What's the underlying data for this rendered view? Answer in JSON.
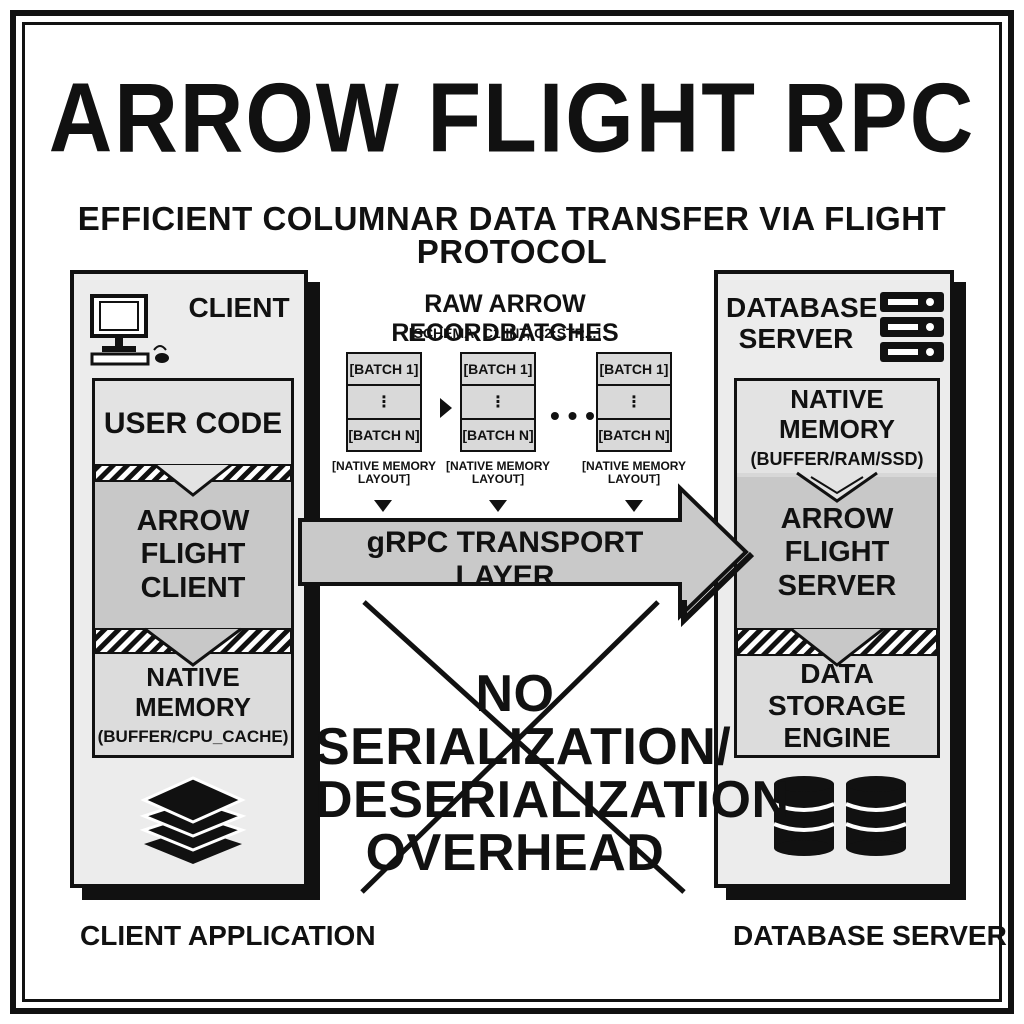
{
  "title": "ARROW FLIGHT RPC",
  "subtitle": "EFFICIENT COLUMNAR DATA TRANSFER VIA FLIGHT PROTOCOL",
  "client": {
    "header": "CLIENT",
    "layers": {
      "user_code": "USER CODE",
      "flight_client": "ARROW FLIGHT CLIENT",
      "native_memory": "NATIVE MEMORY",
      "native_memory_detail": "(BUFFER/CPU_CACHE)"
    },
    "footer": "CLIENT APPLICATION"
  },
  "server": {
    "header": "DATABASE SERVER",
    "layers": {
      "native_memory": "NATIVE MEMORY",
      "native_memory_detail": "(BUFFER/RAM/SSD)",
      "flight_server": "ARROW FLIGHT SERVER",
      "storage_engine": "DATA STORAGE ENGINE"
    },
    "footer": "DATABASE SERVER"
  },
  "recordbatches": {
    "title": "RAW ARROW RECORDBATCHES",
    "schema": "[SCHEMA: C1:INT, C2:STR...]",
    "batch_first": "[BATCH 1]",
    "batch_gap": "⋮",
    "batch_last": "[BATCH N]",
    "layout_label_line1": "[NATIVE MEMORY",
    "layout_label_line2": "LAYOUT]",
    "ellipsis": "• • •"
  },
  "transport": "gRPC TRANSPORT LAYER",
  "overhead": {
    "line1": "NO SERIALIZATION/",
    "line2": "DESERIALIZATION",
    "line3": "OVERHEAD"
  },
  "icons": [
    "computer-icon",
    "server-rack-icon",
    "layers-icon",
    "database-icon"
  ],
  "colors": {
    "ink": "#111111",
    "panel": "#ececec",
    "layer": "#d7d7d7",
    "arrow": "#c9c9c9"
  }
}
